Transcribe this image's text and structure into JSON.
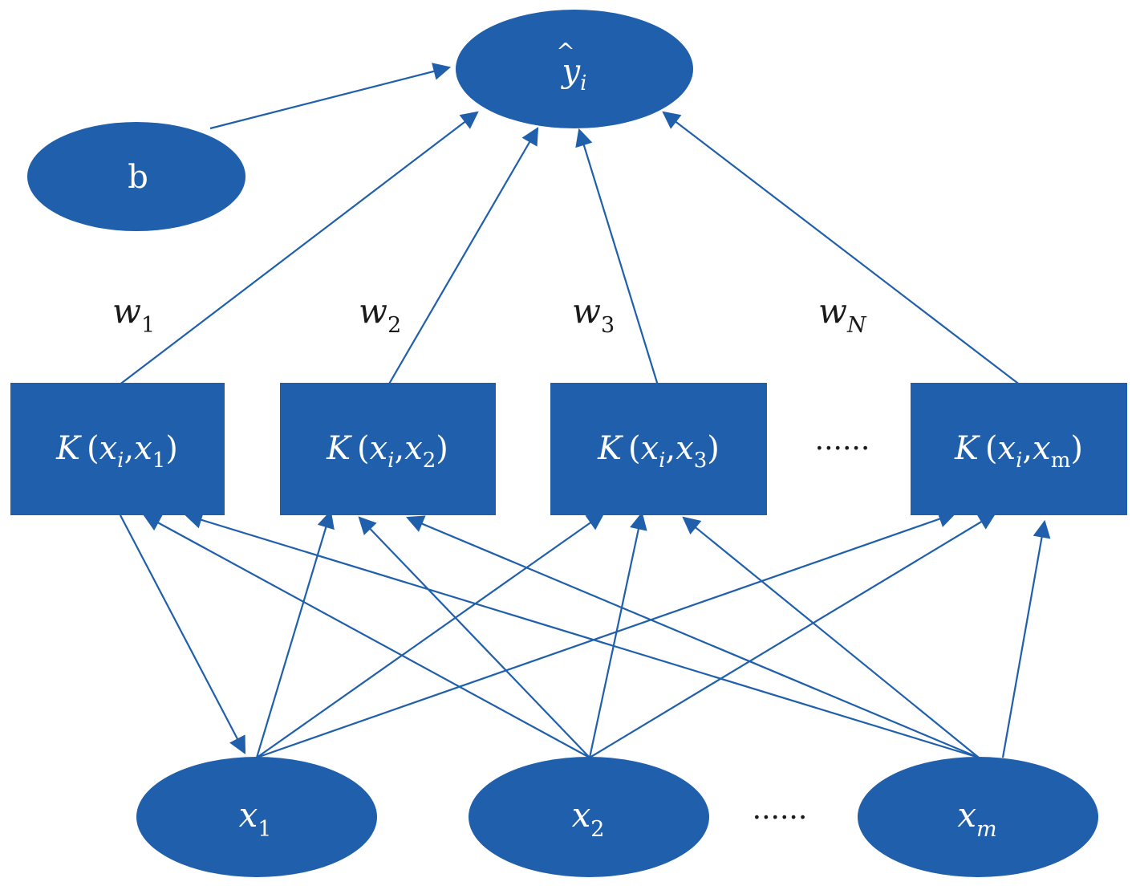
{
  "colors": {
    "node_fill": "#1f5fab",
    "edge": "#1f5fab",
    "text_on_node": "#ffffff",
    "text_plain": "#1a1a1a"
  },
  "output_node": {
    "base": "y",
    "hat": "^",
    "sub": "i"
  },
  "bias_node": {
    "label": "b"
  },
  "weights": [
    {
      "base": "w",
      "sub": "1"
    },
    {
      "base": "w",
      "sub": "2"
    },
    {
      "base": "w",
      "sub": "3"
    },
    {
      "base": "w",
      "sub": "N"
    }
  ],
  "kernels": [
    {
      "fn": "K",
      "open": "(",
      "a": "x",
      "a_sub": "i",
      "comma": ",",
      "b": "x",
      "b_sub": "1",
      "close": ")"
    },
    {
      "fn": "K",
      "open": "(",
      "a": "x",
      "a_sub": "i",
      "comma": ",",
      "b": "x",
      "b_sub": "2",
      "close": ")"
    },
    {
      "fn": "K",
      "open": "(",
      "a": "x",
      "a_sub": "i",
      "comma": ",",
      "b": "x",
      "b_sub": "3",
      "close": ")"
    },
    {
      "fn": "K",
      "open": "(",
      "a": "x",
      "a_sub": "i",
      "comma": ",",
      "b": "x",
      "b_sub": "m",
      "close": ")"
    }
  ],
  "kernel_ellipsis": "......",
  "inputs": [
    {
      "base": "x",
      "sub": "1"
    },
    {
      "base": "x",
      "sub": "2"
    },
    {
      "base": "x",
      "sub": "m"
    }
  ],
  "input_ellipsis": "......"
}
